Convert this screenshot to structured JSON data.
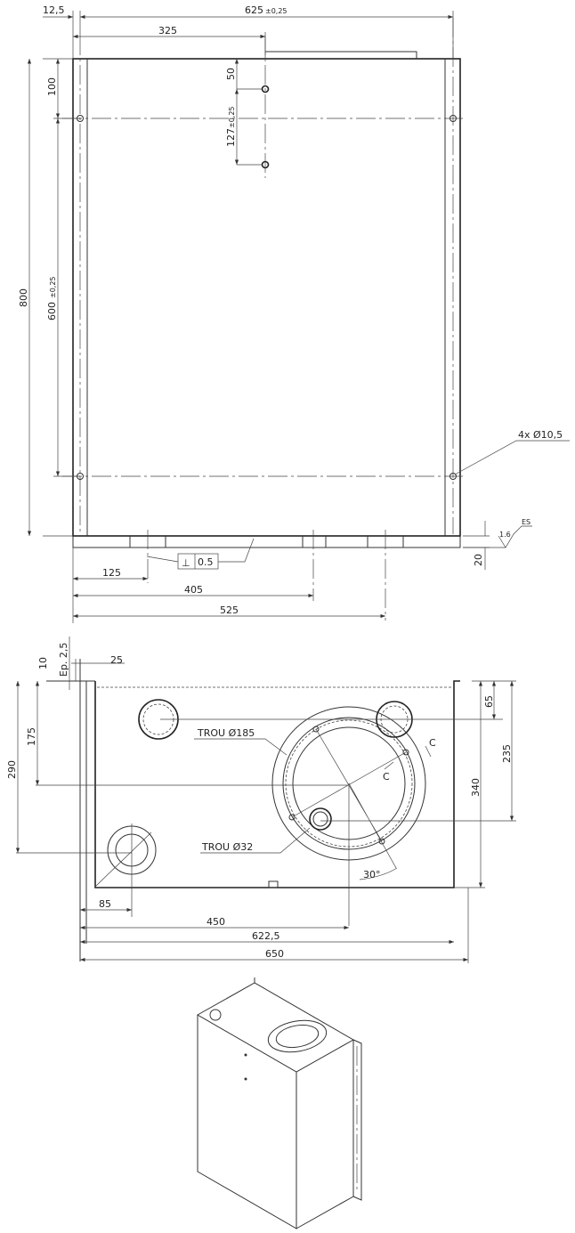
{
  "top_view": {
    "dims": {
      "d12_5": "12,5",
      "d625": "625",
      "d625_tol": "±0,25",
      "d325": "325",
      "d800": "800",
      "d100": "100",
      "d600": "600",
      "d600_tol": "±0,25",
      "d50": "50",
      "d127": "127",
      "d127_tol": "±0,25",
      "d125": "125",
      "d405": "405",
      "d525": "525",
      "d20": "20"
    },
    "hole_note": "4x Ø10,5",
    "perpendicularity": {
      "symbol": "⊥",
      "value": "0.5"
    },
    "roughness": {
      "value": "1.6",
      "process": "ES"
    }
  },
  "bottom_view": {
    "dims": {
      "d10": "10",
      "thickness": "Ep. 2,5",
      "d25": "25",
      "d175": "175",
      "d290": "290",
      "d65": "65",
      "d235": "235",
      "d340": "340",
      "d85": "85",
      "d450": "450",
      "d622_5": "622,5",
      "d650": "650",
      "angle": "30°"
    },
    "labels": {
      "hole_185": "TROU Ø185",
      "hole_32": "TROU Ø32",
      "section_c1": "C",
      "section_c2": "C"
    }
  }
}
